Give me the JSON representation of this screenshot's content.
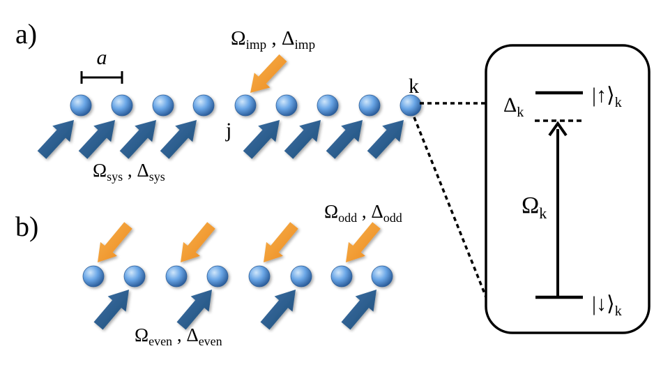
{
  "panel_a": {
    "label": "a)",
    "spacing_label": "a",
    "impurity_label": {
      "main": "Ω",
      "sub": "imp",
      "sep": " , ",
      "main2": "Δ",
      "sub2": "imp"
    },
    "system_label": {
      "main": "Ω",
      "sub": "sys",
      "sep": " , ",
      "main2": "Δ",
      "sub2": "sys"
    },
    "site_j_label": "j",
    "site_k_label": "k",
    "num_atoms": 9,
    "impurity_index": 4
  },
  "panel_b": {
    "label": "b)",
    "odd_label": {
      "main": "Ω",
      "sub": "odd",
      "sep": " , ",
      "main2": "Δ",
      "sub2": "odd"
    },
    "even_label": {
      "main": "Ω",
      "sub": "even",
      "sep": " , ",
      "main2": "Δ",
      "sub2": "even"
    },
    "num_atoms": 8
  },
  "level_diagram": {
    "detuning_label": {
      "main": "Δ",
      "sub": "k"
    },
    "rabi_label": {
      "main": "Ω",
      "sub": "k"
    },
    "upper_state": {
      "main": "|↑⟩",
      "sub": "k"
    },
    "lower_state": {
      "main": "|↓⟩",
      "sub": "k"
    }
  },
  "colors": {
    "atom_light": "#cfe6fb",
    "atom_mid": "#6aa6e6",
    "atom_dark": "#2c5e9c",
    "blue_arrow": "#2c5d8f",
    "orange_arrow": "#f39a2f",
    "line": "#000000"
  }
}
